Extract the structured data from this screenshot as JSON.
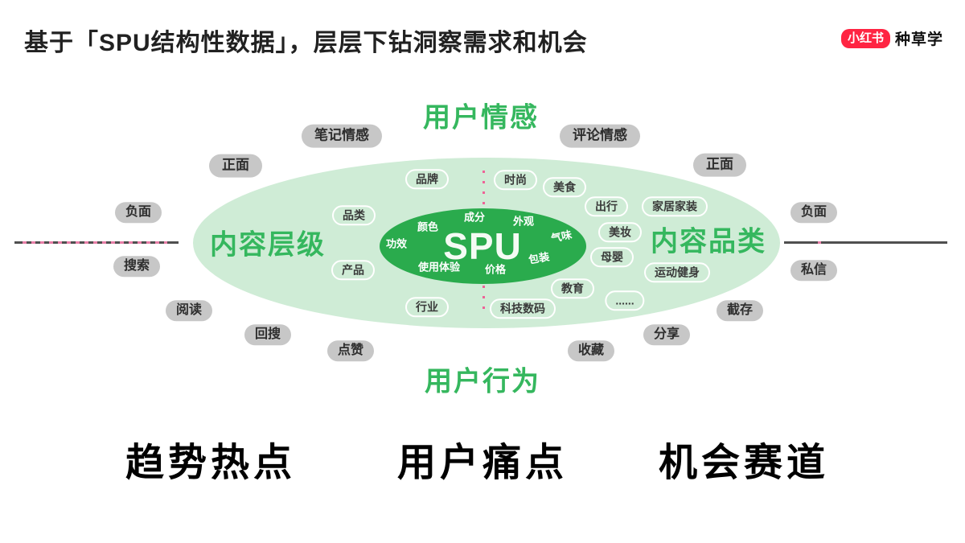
{
  "title": {
    "text": "基于「SPU结构性数据」，层层下钻洞察需求和机会"
  },
  "logo": {
    "badge": "小红书",
    "brand": "种草学"
  },
  "colors": {
    "hub_green": "#2aab4d",
    "outer_green": "#cfecd6",
    "axis_green": "#35b75e",
    "gray_pill": "#c7c7c7",
    "pink_accent": "#ee6397",
    "logo_red": "#ff2442"
  },
  "hub": {
    "label": "SPU"
  },
  "attributes": [
    "成分",
    "外观",
    "颜色",
    "功效",
    "气味",
    "包装",
    "使用体验",
    "价格"
  ],
  "axes": {
    "top": "用户情感",
    "bottom": "用户行为",
    "left": "内容层级",
    "right": "内容品类"
  },
  "content_levels": [
    "品牌",
    "品类",
    "产品",
    "行业"
  ],
  "content_categories": [
    "时尚",
    "美食",
    "出行",
    "家居家装",
    "美妆",
    "母婴",
    "运动健身",
    "教育",
    "科技数码",
    "......"
  ],
  "sentiment": {
    "note": "笔记情感",
    "comment": "评论情感",
    "positive_left": "正面",
    "negative_left": "负面",
    "positive_right": "正面",
    "negative_right": "负面"
  },
  "behaviors": [
    "搜索",
    "阅读",
    "回搜",
    "点赞",
    "收藏",
    "分享",
    "截存",
    "私信"
  ],
  "insights": [
    "趋势热点",
    "用户痛点",
    "机会赛道"
  ]
}
